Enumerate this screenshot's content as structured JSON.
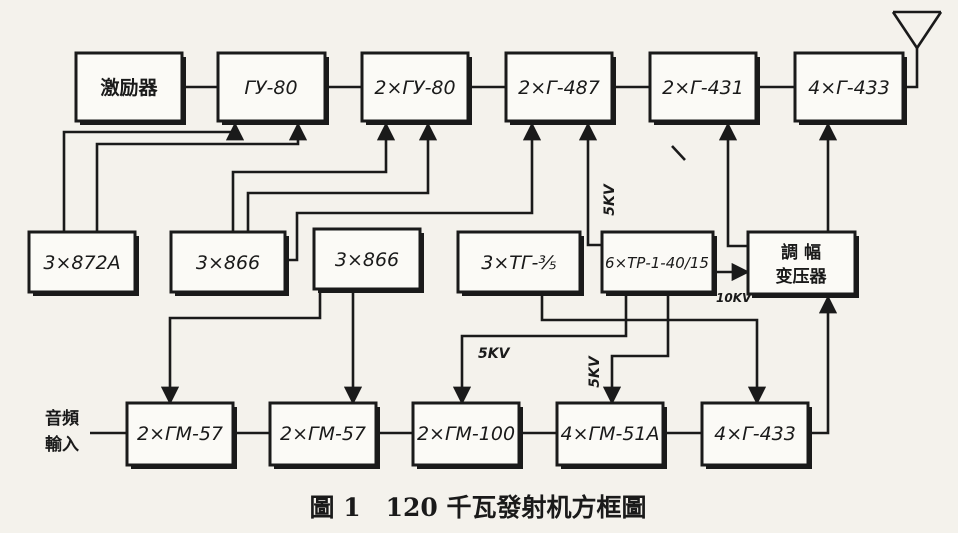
{
  "diagram": {
    "blocks": {
      "exciter": "激励器",
      "gu80": "ГУ-80",
      "gu80x2": "2×ГУ-80",
      "g487x2": "2×Г-487",
      "g431x2": "2×Г-431",
      "g433x4_top": "4×Г-433",
      "r872a": "3×872A",
      "r866a": "3×866",
      "r866b": "3×866",
      "tg": "3×ТГ-⅗",
      "tr": "6×ТР-1-40/15",
      "modxfmr_l1": "調 幅",
      "modxfmr_l2": "变压器",
      "gm57a": "2×ГМ-57",
      "gm57b": "2×ГМ-57",
      "gm100": "2×ГМ-100",
      "gm51a": "4×ГМ-51А",
      "g433x4_bot": "4×Г-433"
    },
    "labels": {
      "v5kv_top": "5KV",
      "v5kv_mid": "5KV",
      "v5kv_low": "5KV",
      "v10kv": "10KV"
    },
    "audio_input": {
      "line1": "音頻",
      "line2": "輸入"
    },
    "caption": "圖 1　120 千瓦發射机方框圖"
  }
}
